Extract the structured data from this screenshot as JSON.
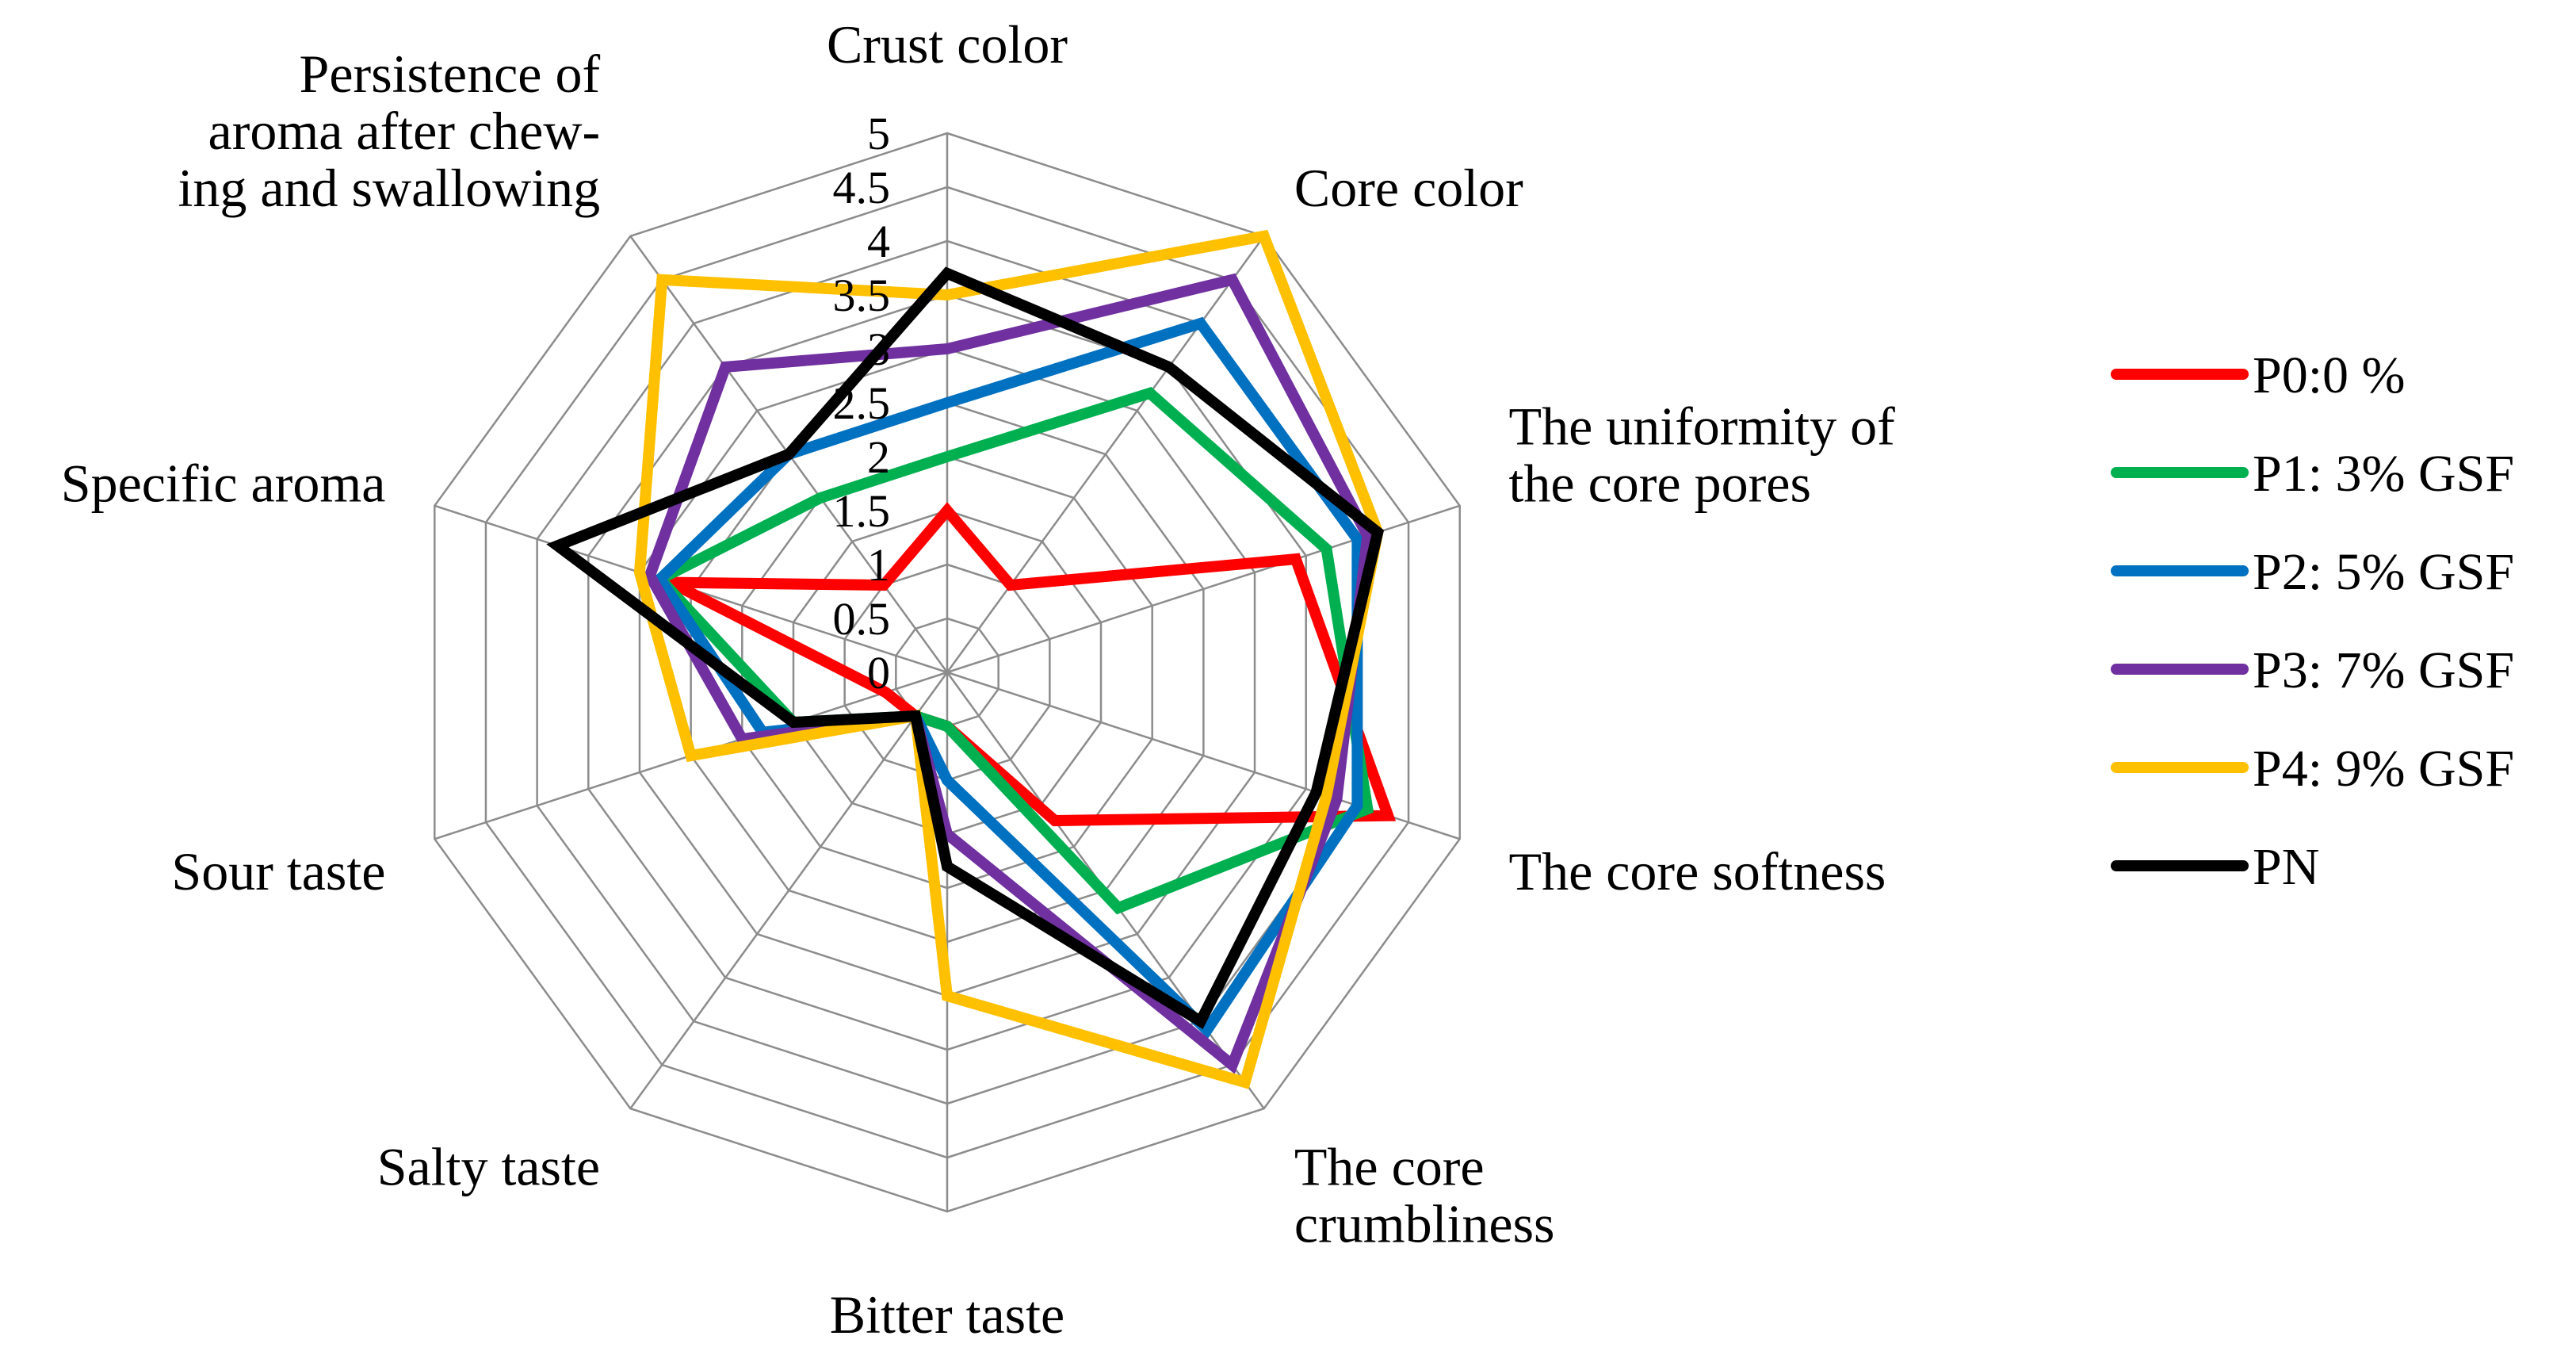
{
  "chart_data": {
    "type": "radar",
    "title": "",
    "categories": [
      "Crust color",
      "Core color",
      "The uniformity of the core pores",
      "The core softness",
      "The core crumbliness",
      "Bitter taste",
      "Salty taste",
      "Sour taste",
      "Specific aroma",
      "Persistence of aroma after chewing and swallowing"
    ],
    "category_label_lines": [
      [
        "Crust color"
      ],
      [
        "Core color"
      ],
      [
        "The uniformity of",
        "the core pores"
      ],
      [
        "The core softness"
      ],
      [
        "The core",
        "crumbliness"
      ],
      [
        "Bitter taste"
      ],
      [
        "Salty taste"
      ],
      [
        "Sour taste"
      ],
      [
        "Specific aroma"
      ],
      [
        "Persistence of",
        "aroma after chew-",
        "ing and swallowing"
      ]
    ],
    "rlim": [
      0,
      5
    ],
    "ticks": [
      "0",
      "0.5",
      "1",
      "1.5",
      "2",
      "2.5",
      "3",
      "3.5",
      "4",
      "4.5",
      "5"
    ],
    "grid": true,
    "legend_position": "right",
    "series": [
      {
        "name": "P0:0 %",
        "color": "#ff0000",
        "values": [
          1.5,
          1.0,
          3.4,
          4.3,
          1.7,
          0.5,
          0.5,
          0.6,
          2.7,
          1.0
        ]
      },
      {
        "name": "P1: 3% GSF",
        "color": "#00b050",
        "values": [
          2.0,
          3.2,
          3.7,
          4.1,
          2.7,
          0.5,
          0.5,
          1.5,
          2.8,
          2.0
        ]
      },
      {
        "name": "P2: 5% GSF",
        "color": "#0070c0",
        "values": [
          2.5,
          4.0,
          4.0,
          4.0,
          4.1,
          1.0,
          0.5,
          1.8,
          2.8,
          2.5
        ]
      },
      {
        "name": "P3: 7% GSF",
        "color": "#7030a0",
        "values": [
          3.0,
          4.5,
          4.1,
          3.8,
          4.5,
          1.5,
          0.5,
          2.0,
          2.9,
          3.5
        ]
      },
      {
        "name": "P4: 9% GSF",
        "color": "#ffc000",
        "values": [
          3.5,
          5.0,
          4.2,
          3.7,
          4.7,
          3.0,
          0.5,
          2.5,
          3.0,
          4.5
        ]
      },
      {
        "name": "PN",
        "color": "#000000",
        "values": [
          3.7,
          3.5,
          4.2,
          3.6,
          4.0,
          1.8,
          0.5,
          1.5,
          3.8,
          2.5
        ]
      }
    ]
  }
}
